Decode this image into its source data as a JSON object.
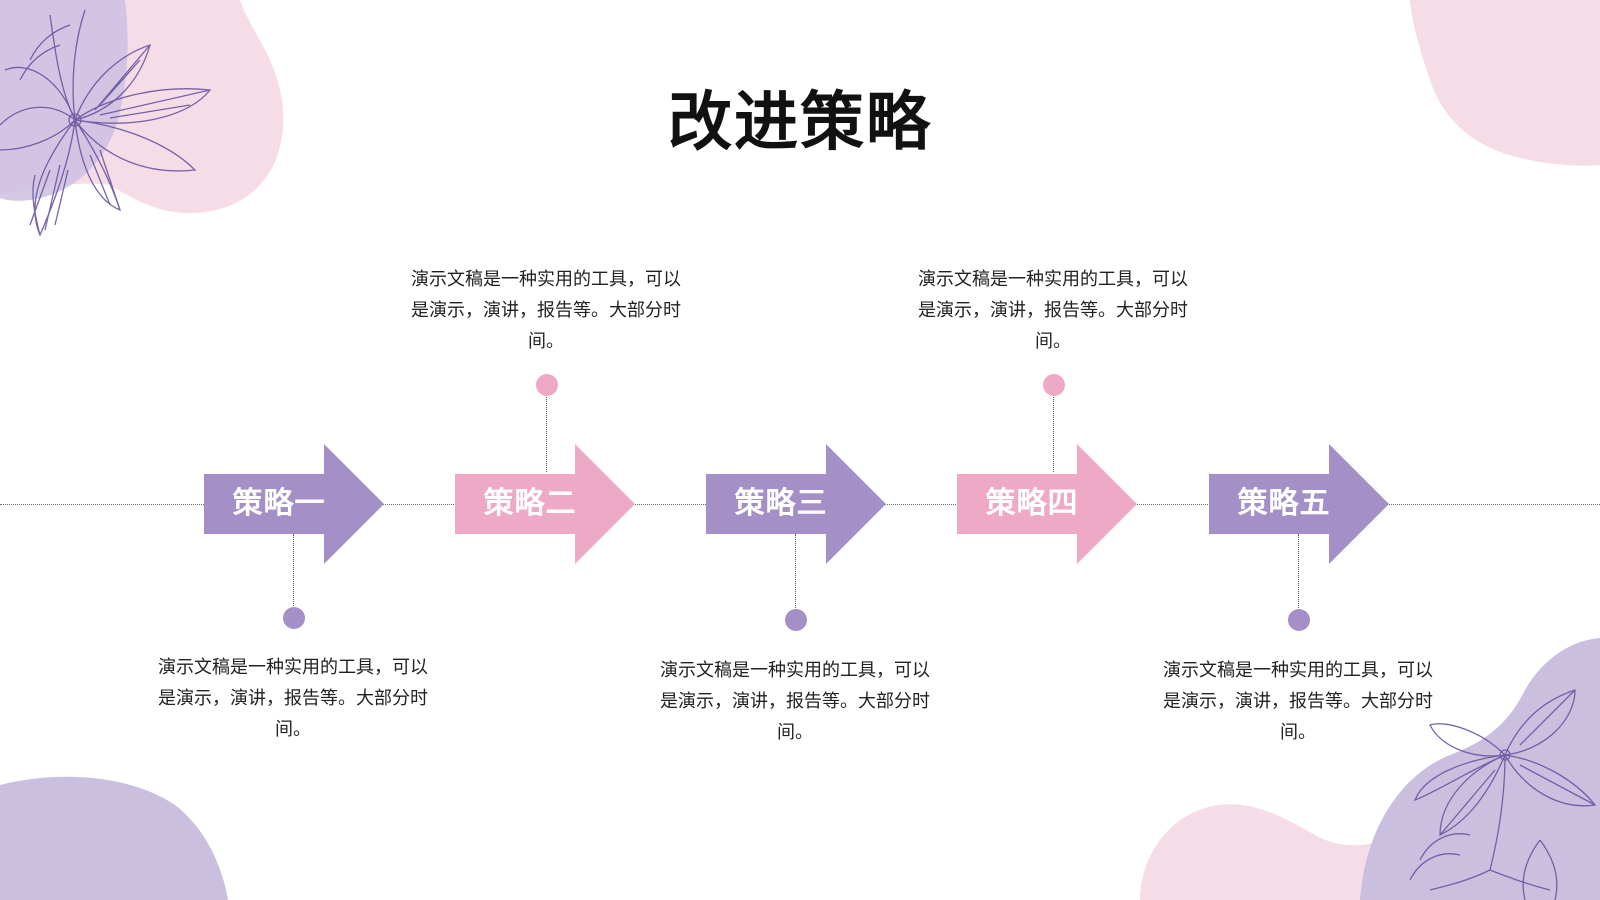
{
  "slide": {
    "title": "改进策略"
  },
  "colors": {
    "purple": "#a58fc7",
    "pink": "#eda9c5",
    "blob_pink": "#f6dce7",
    "blob_purple": "#cbbfe0",
    "flower_line": "#6a55a0"
  },
  "steps": [
    {
      "label": "策略一",
      "color": "purple",
      "desc_position": "below",
      "description": "演示文稿是一种实用的工具，可以是演示，演讲，报告等。大部分时间。"
    },
    {
      "label": "策略二",
      "color": "pink",
      "desc_position": "above",
      "description": "演示文稿是一种实用的工具，可以是演示，演讲，报告等。大部分时间。"
    },
    {
      "label": "策略三",
      "color": "purple",
      "desc_position": "below",
      "description": "演示文稿是一种实用的工具，可以是演示，演讲，报告等。大部分时间。"
    },
    {
      "label": "策略四",
      "color": "pink",
      "desc_position": "above",
      "description": "演示文稿是一种实用的工具，可以是演示，演讲，报告等。大部分时间。"
    },
    {
      "label": "策略五",
      "color": "purple",
      "desc_position": "below",
      "description": "演示文稿是一种实用的工具，可以是演示，演讲，报告等。大部分时间。"
    }
  ],
  "decorations": {
    "top_left": "flower-illustration",
    "bottom_right": "flower-illustration"
  }
}
